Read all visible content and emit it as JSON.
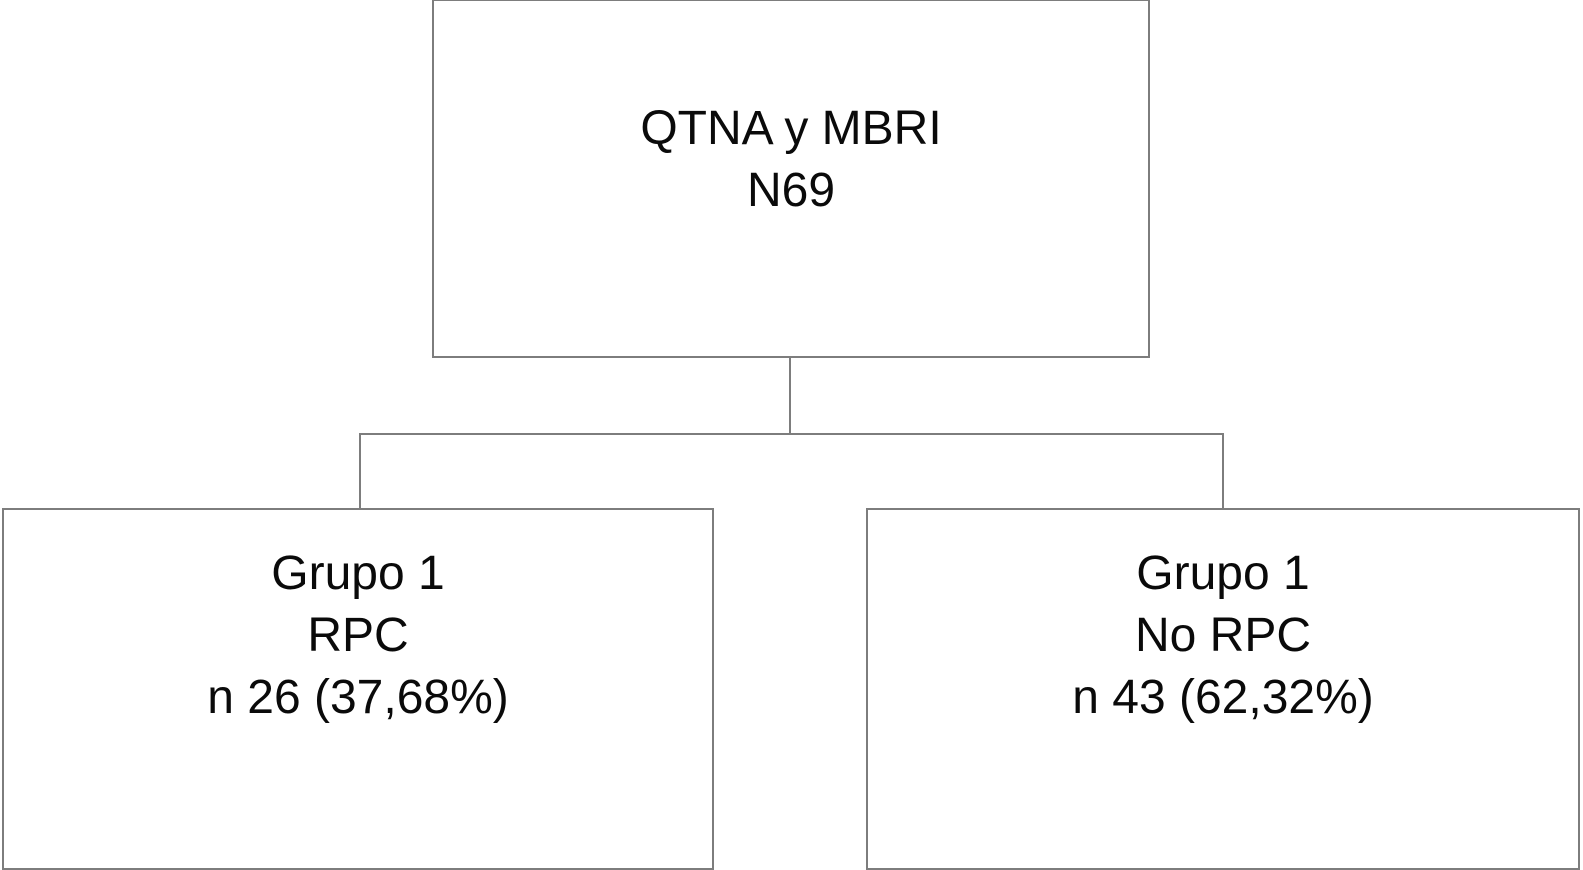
{
  "diagram": {
    "type": "flowchart",
    "orientation": "top-down",
    "title": "",
    "colors": {
      "border": "#7d7d7d",
      "text": "#0a0a0a",
      "background": "#ffffff",
      "connector": "#7d7d7d"
    },
    "nodes": [
      {
        "id": "root",
        "role": "parent",
        "lines": [
          "QTNA y MBRI",
          "N69"
        ],
        "cohort_total": 69
      },
      {
        "id": "group-rpc",
        "role": "child",
        "lines": [
          "Grupo 1",
          "RPC",
          "n 26 (37,68%)"
        ],
        "count": 26,
        "percent": "37,68%"
      },
      {
        "id": "group-no-rpc",
        "role": "child",
        "lines": [
          "Grupo 1",
          "No RPC",
          "n 43 (62,32%)"
        ],
        "count": 43,
        "percent": "62,32%"
      }
    ],
    "edges": [
      {
        "from": "root",
        "to": "group-rpc",
        "label": ""
      },
      {
        "from": "root",
        "to": "group-no-rpc",
        "label": ""
      }
    ]
  }
}
